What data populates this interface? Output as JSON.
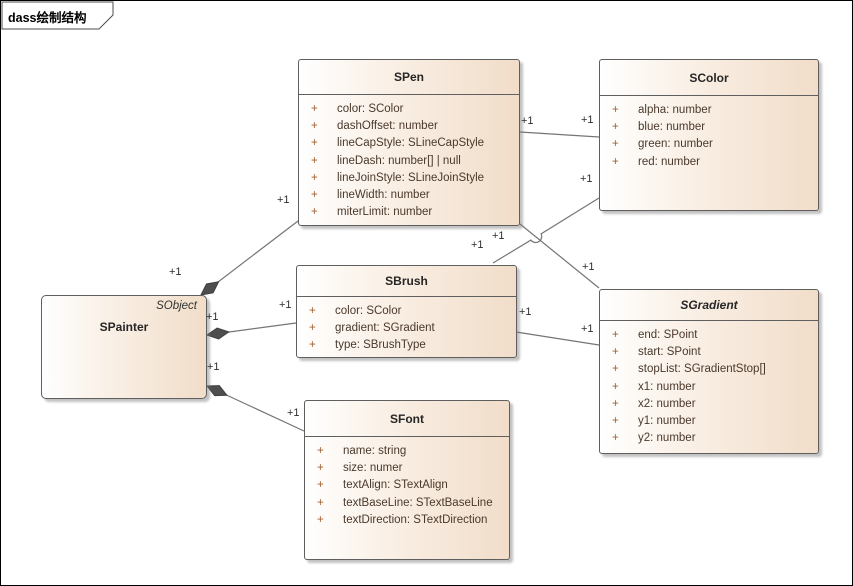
{
  "frame": {
    "title": "dass绘制结构"
  },
  "ui": {
    "visibility": "+",
    "multiplicity": "+1"
  },
  "classes": {
    "spen": {
      "name": "SPen",
      "attributes": [
        "color: SColor",
        "dashOffset: number",
        "lineCapStyle: SLineCapStyle",
        "lineDash: number[] | null",
        "lineJoinStyle: SLineJoinStyle",
        "lineWidth: number",
        "miterLimit: number"
      ]
    },
    "scolor": {
      "name": "SColor",
      "attributes": [
        "alpha: number",
        "blue: number",
        "green: number",
        "red: number"
      ]
    },
    "sbrush": {
      "name": "SBrush",
      "attributes": [
        "color: SColor",
        "gradient: SGradient",
        "type: SBrushType"
      ]
    },
    "sgradient": {
      "name": "SGradient",
      "abstract": true,
      "attributes": [
        "end: SPoint",
        "start: SPoint",
        "stopList: SGradientStop[]",
        "x1: number",
        "x2: number",
        "y1: number",
        "y2: number"
      ]
    },
    "sfont": {
      "name": "SFont",
      "attributes": [
        "name: string",
        "size: numer",
        "textAlign: STextAlign",
        "textBaseLine: STextBaseLine",
        "textDirection: STextDirection"
      ]
    },
    "spainter": {
      "name": "SPainter",
      "stereotype": "SObject"
    }
  },
  "relationships": [
    {
      "from": "SPainter",
      "from_multiplicity": "+1",
      "to": "SPen",
      "to_multiplicity": "+1",
      "type": "composition"
    },
    {
      "from": "SPainter",
      "from_multiplicity": "+1",
      "to": "SBrush",
      "to_multiplicity": "+1",
      "type": "composition"
    },
    {
      "from": "SPainter",
      "from_multiplicity": "+1",
      "to": "SFont",
      "to_multiplicity": "+1",
      "type": "composition"
    },
    {
      "from": "SPen",
      "from_multiplicity": "+1",
      "to": "SColor",
      "to_multiplicity": "+1",
      "type": "association"
    },
    {
      "from": "SBrush",
      "from_multiplicity": "+1",
      "to": "SColor",
      "to_multiplicity": "+1",
      "type": "association"
    },
    {
      "from": "SPen",
      "from_multiplicity": "+1",
      "to": "SGradient",
      "to_multiplicity": "+1",
      "type": "association"
    },
    {
      "from": "SBrush",
      "from_multiplicity": "+1",
      "to": "SGradient",
      "to_multiplicity": "+1",
      "type": "association"
    }
  ],
  "colors": {
    "box_gradient_start": "#ffffff",
    "box_gradient_end": "#f1ddc9",
    "box_border": "#5f5f5f",
    "connector_line": "#757575",
    "composition_diamond": "#4e4e4e",
    "attribute_text": "#4a392b",
    "visibility_symbol": "#a05e2c",
    "title_text": "#262626",
    "multiplicity_text": "#2e2e2e"
  }
}
